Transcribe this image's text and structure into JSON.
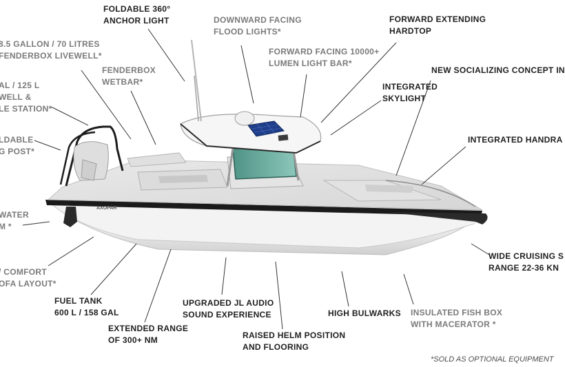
{
  "labels": {
    "anchor_light": [
      "FOLDABLE 360°",
      "ANCHOR LIGHT"
    ],
    "flood_lights": [
      "DOWNWARD FACING",
      "FLOOD LIGHTS*"
    ],
    "hardtop": [
      "FORWARD EXTENDING",
      "HARDTOP"
    ],
    "light_bar": [
      "FORWARD FACING 10000+",
      "LUMEN LIGHT BAR*"
    ],
    "livewell": [
      "8.5 GALLON / 70 LITRES",
      "FENDERBOX LIVEWELL*"
    ],
    "wetbar": [
      "FENDERBOX",
      "WETBAR*"
    ],
    "socializing": [
      "NEW SOCIALIZING CONCEPT IN"
    ],
    "skylight": [
      "INTEGRATED",
      "SKYLIGHT"
    ],
    "bait_station": [
      "AL / 125 L",
      "WELL &",
      "LE STATION*"
    ],
    "handrail": [
      "INTEGRATED HANDRA"
    ],
    "tow_post": [
      "LDABLE",
      "G POST*"
    ],
    "water_system": [
      "WATER",
      "M *"
    ],
    "comfort_sofa": [
      "/ COMFORT",
      "OFA LAYOUT*"
    ],
    "cruising_speed": [
      "WIDE CRUISING S",
      "RANGE 22-36 KN"
    ],
    "fuel_tank": [
      "FUEL TANK",
      "600 L / 158 GAL"
    ],
    "audio": [
      "UPGRADED JL AUDIO",
      "SOUND EXPERIENCE"
    ],
    "bulwarks": [
      "HIGH BULWARKS"
    ],
    "fish_box": [
      "INSULATED FISH BOX",
      "WITH MACERATOR *"
    ],
    "range": [
      "EXTENDED RANGE",
      "OF 300+ NM"
    ],
    "helm": [
      "RAISED HELM POSITION",
      "AND FLOORING"
    ]
  },
  "footnote": "*SOLD AS OPTIONAL EQUIPMENT",
  "hull_logo": "AXOPAR",
  "colors": {
    "dark_label": "#1e1e1e",
    "gray_label": "#7a7a7a",
    "leader_line": "#333333",
    "hull_white": "#f2f2f2",
    "gunwale_black": "#1a1a1a",
    "windshield_tint": "#5fa89a",
    "solar_panel": "#1f3f8a"
  }
}
